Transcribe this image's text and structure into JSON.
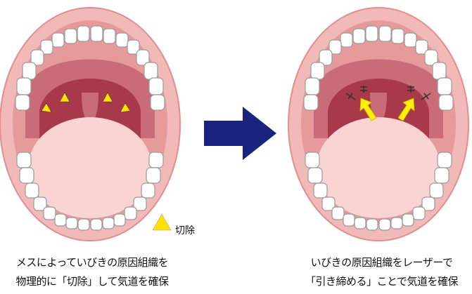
{
  "legend": {
    "label": "切除",
    "marker_color": "#FFE200"
  },
  "captions": {
    "left": [
      "メスによっていびきの原因組織を",
      "物理的に「切除」して気道を確保"
    ],
    "right": [
      "いびきの原因組織をレーザーで",
      "「引き締める」ことで気道を確保"
    ]
  },
  "colors": {
    "lip": "#F2B9B9",
    "mouth_outline": "#E48D8D",
    "gum": "#E79A9A",
    "palate": "#C96C77",
    "throat": "#A8394B",
    "tongue": "#F9D4D2",
    "arrow_main": "#1A237E",
    "arrow_yellow": "#FFF000",
    "marker": "#FFE200",
    "stitch": "#333333"
  }
}
